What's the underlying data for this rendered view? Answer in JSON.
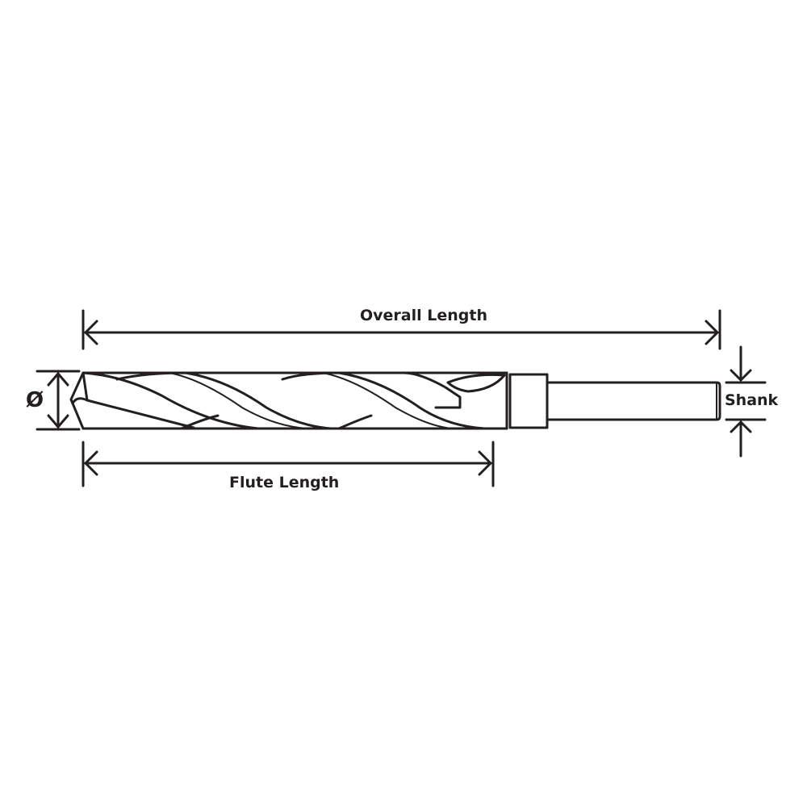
{
  "labels": {
    "overall_length": "Overall Length",
    "flute_length": "Flute Length",
    "diameter": "Ø",
    "shank": "Shank"
  },
  "colors": {
    "line": "#231f20",
    "background": "#ffffff"
  }
}
